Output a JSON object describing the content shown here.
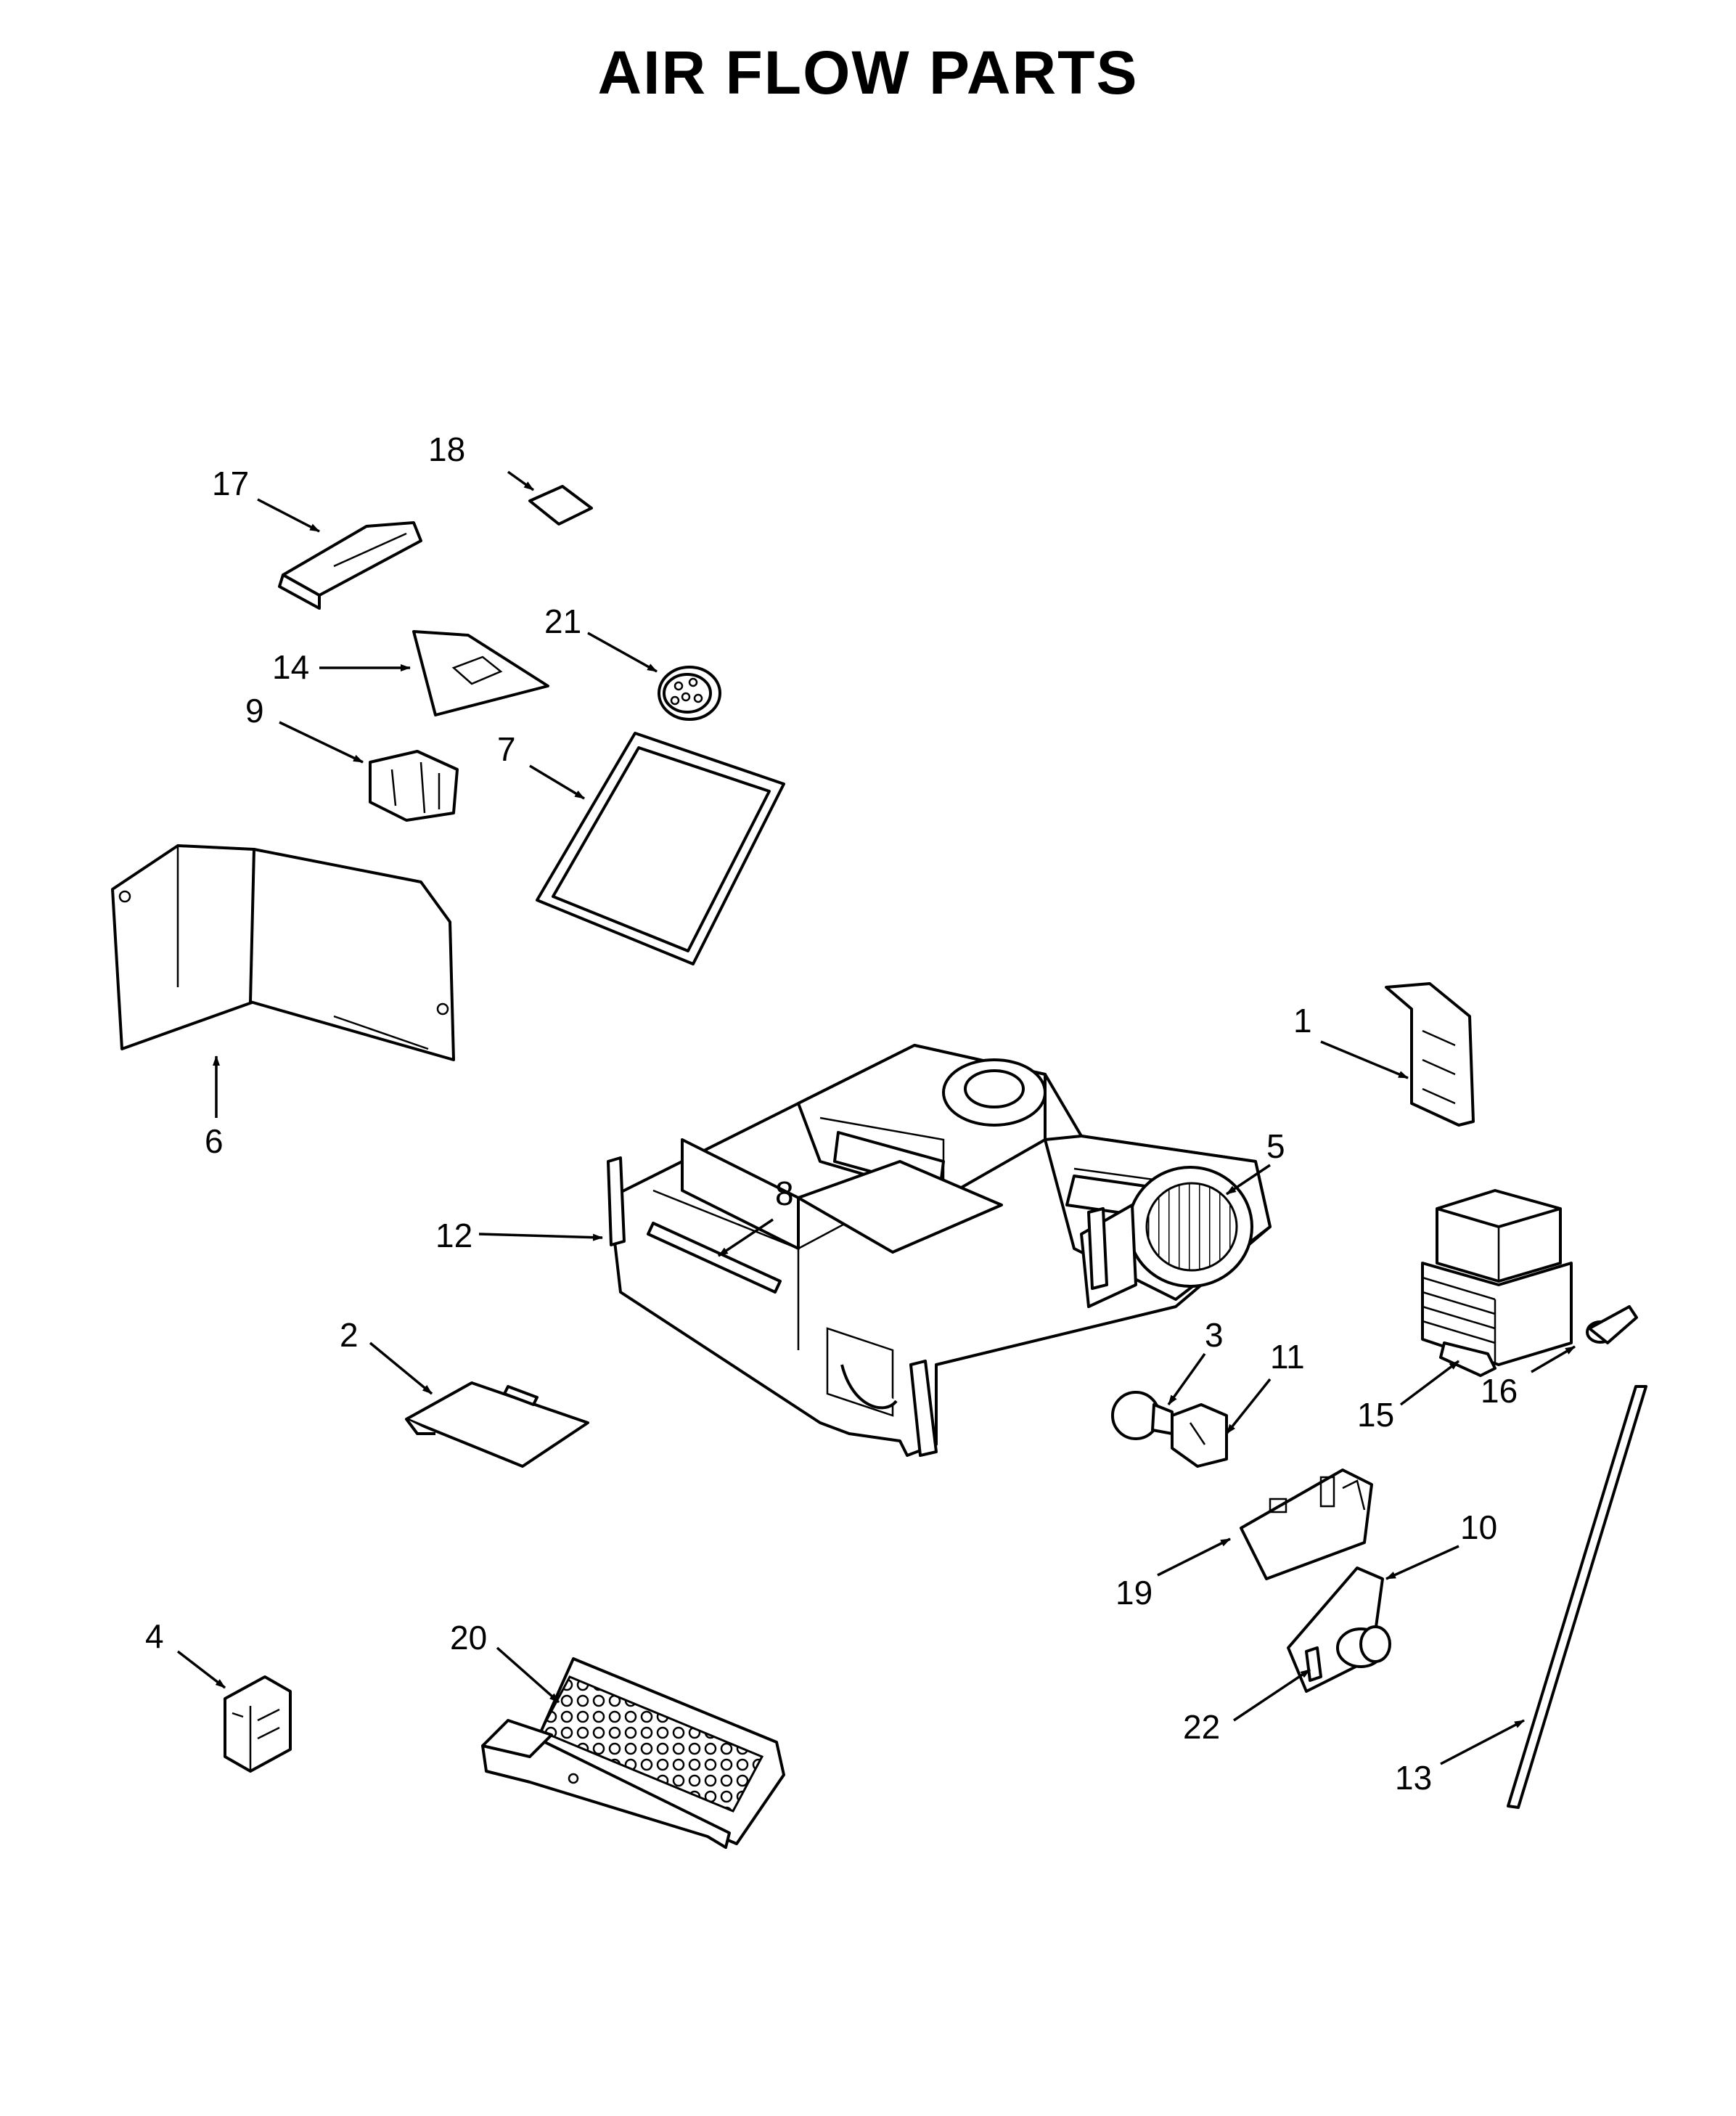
{
  "title": "AIR FLOW PARTS",
  "callouts": [
    "1",
    "2",
    "3",
    "4",
    "5",
    "6",
    "7",
    "8",
    "9",
    "10",
    "11",
    "12",
    "13",
    "14",
    "15",
    "16",
    "17",
    "18",
    "19",
    "20",
    "21",
    "22"
  ],
  "colors": {
    "ink": "#000000",
    "paper": "#ffffff"
  }
}
